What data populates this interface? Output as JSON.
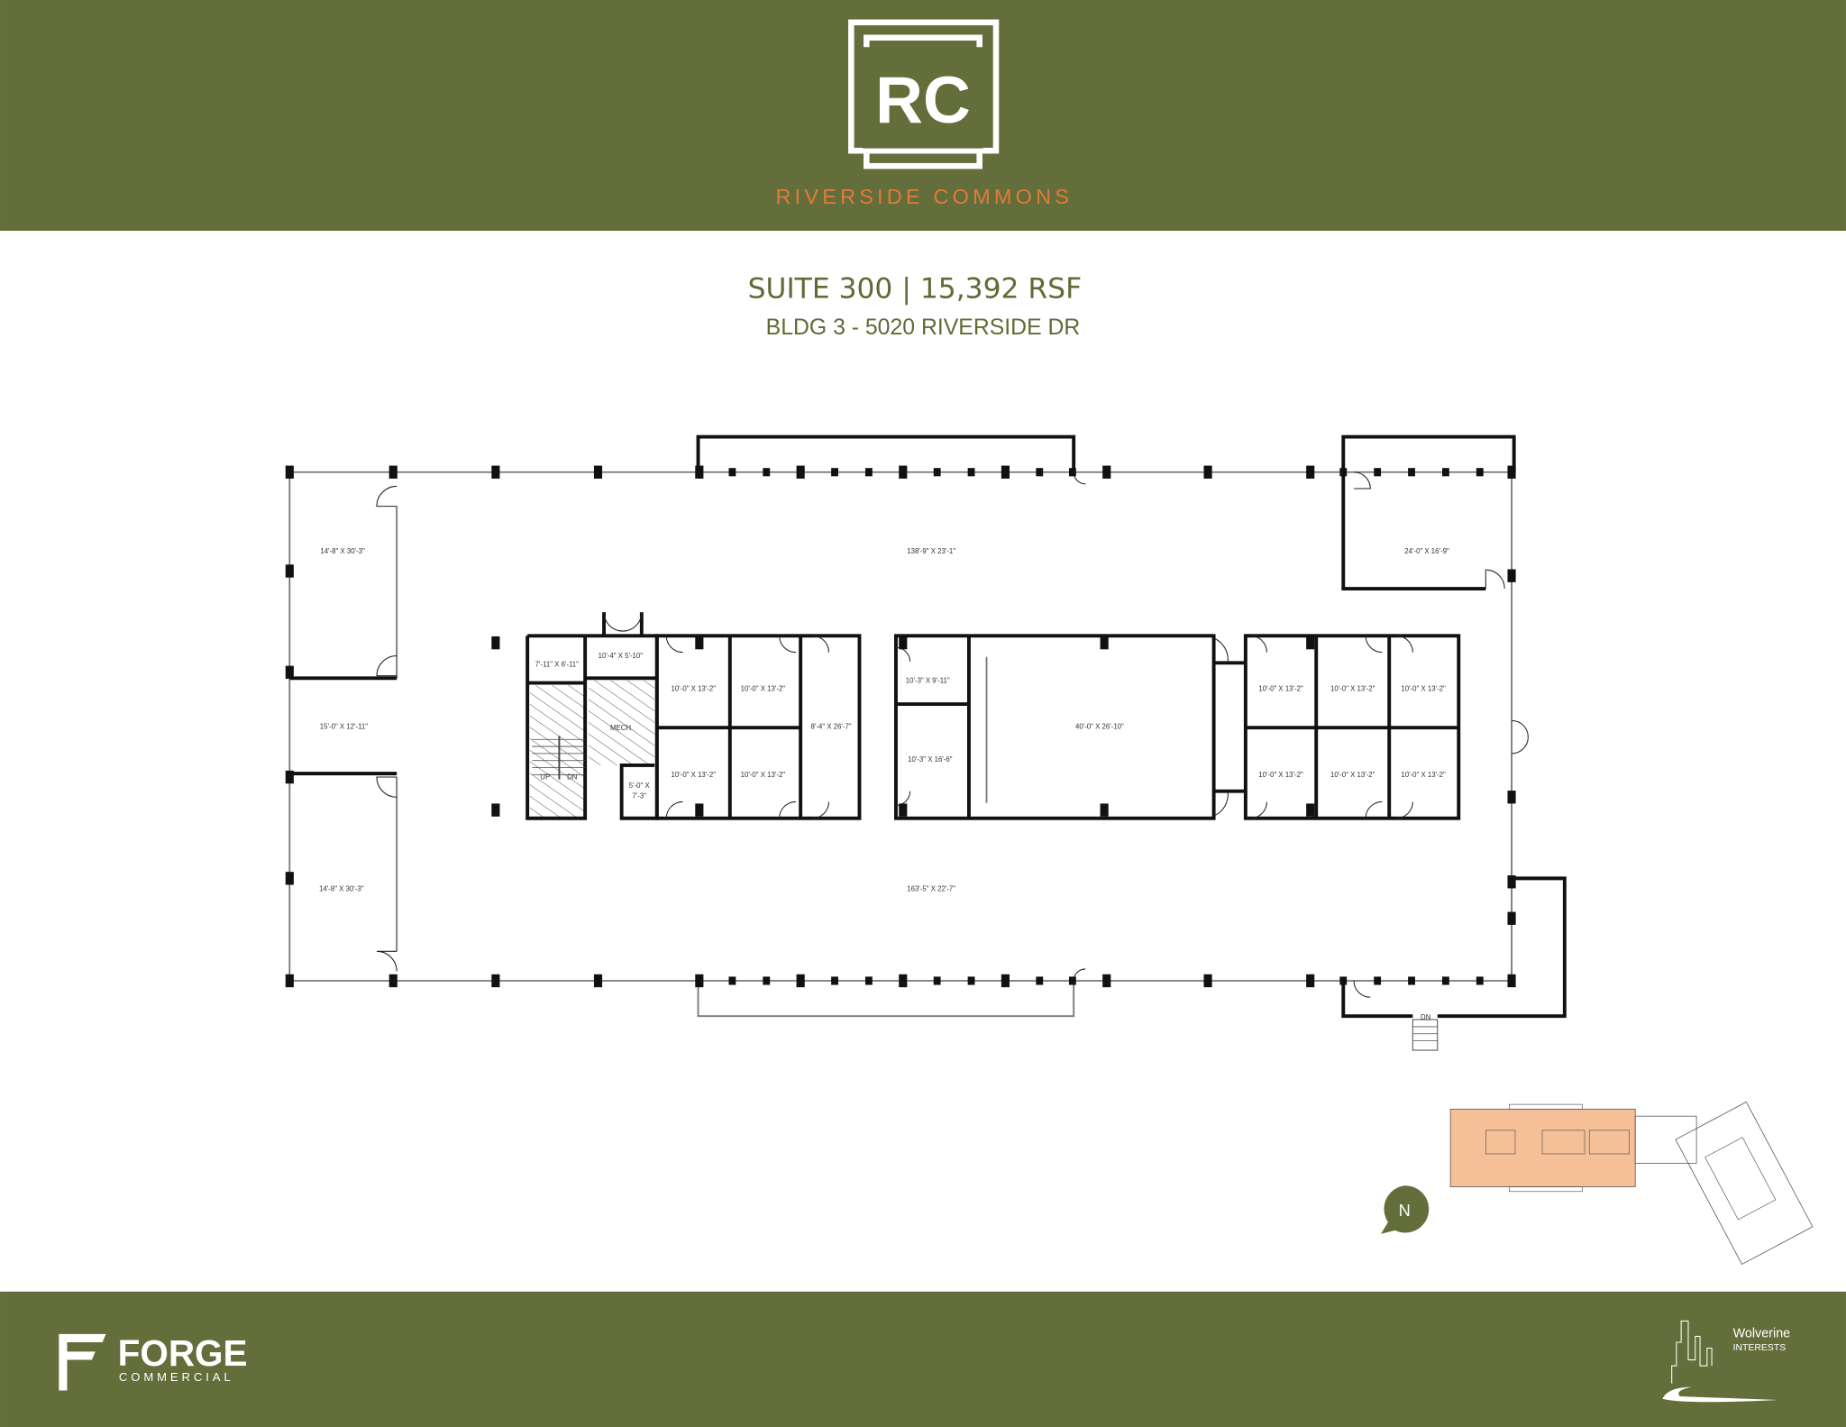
{
  "colors": {
    "brand_green": "#646e3a",
    "accent_orange": "#e07b39",
    "title_green": "#5f6b35",
    "highlight": "#f5bf98"
  },
  "header": {
    "logo_text": "RC",
    "property_name": "RIVERSIDE COMMONS"
  },
  "title": {
    "suite": "SUITE 300 | 15,392 RSF",
    "address": "BLDG 3 - 5020 RIVERSIDE DR"
  },
  "plan": {
    "labels": [
      "14'-8\" X 30'-3\"",
      "15'-0\" X 12'-11\"",
      "14'-8\" X 30'-3\"",
      "138'-9\" X 23'-1\"",
      "163'-5\" X 22'-7\"",
      "24'-0\" X 16'-9\"",
      "7'-11\" X 6'-11\"",
      "10'-4\" X 5'-10\"",
      "MECH.",
      "5'-0\" X",
      "7'-3\"",
      "10'-0\" X 13'-2\"",
      "10'-0\" X 13'-2\"",
      "10'-0\" X 13'-2\"",
      "10'-0\" X 13'-2\"",
      "8'-4\" X 26'-7\"",
      "10'-3\" X 9'-11\"",
      "10'-3\" X 16'-6\"",
      "40'-0\" X 26'-10\"",
      "10'-0\" X 13'-2\"",
      "10'-0\" X 13'-2\"",
      "10'-0\" X 13'-2\"",
      "10'-0\" X 13'-2\"",
      "10'-0\" X 13'-2\"",
      "10'-0\" X 13'-2\""
    ],
    "stair_up": "UP",
    "stair_down": "DN",
    "exterior_stair": "DN"
  },
  "keyplan": {
    "north": "N"
  },
  "footer": {
    "forge": {
      "name": "FORGE",
      "sub": "COMMERCIAL"
    },
    "wolverine": {
      "name": "Wolverine",
      "sub": "INTERESTS"
    }
  }
}
